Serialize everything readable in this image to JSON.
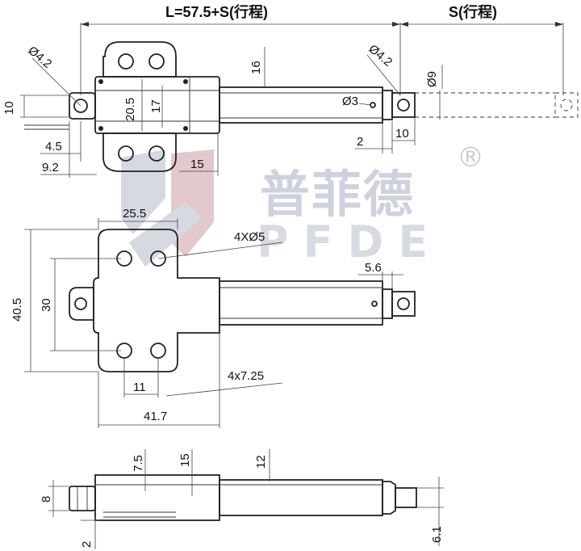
{
  "labels": {
    "total_length": "L=57.5+S(行程)",
    "stroke": "S(行程)",
    "d_hole_left": "Ø4.2",
    "d_hole_right": "Ø4.2",
    "d_rod": "Ø9",
    "d_pin": "Ø3",
    "h16": "16",
    "h10_left": "10",
    "h20_5": "20.5",
    "h17": "17",
    "w4_5": "4.5",
    "w9_2": "9.2",
    "w15": "15",
    "w2": "2",
    "w10": "10",
    "w25_5": "25.5",
    "holes_4xd5": "4XØ5",
    "h40_5": "40.5",
    "h30": "30",
    "w5_6": "5.6",
    "w11": "11",
    "w41_7": "41.7",
    "slot_4x7_25": "4x7.25",
    "h7_5": "7.5",
    "h15": "15",
    "h12": "12",
    "h8": "8",
    "h2_bottom": "2",
    "h6_1": "6.1"
  },
  "watermark": {
    "brand_cn": "普菲德",
    "brand_en": "PFDE",
    "registered": "®",
    "color": "#cfd2de"
  }
}
